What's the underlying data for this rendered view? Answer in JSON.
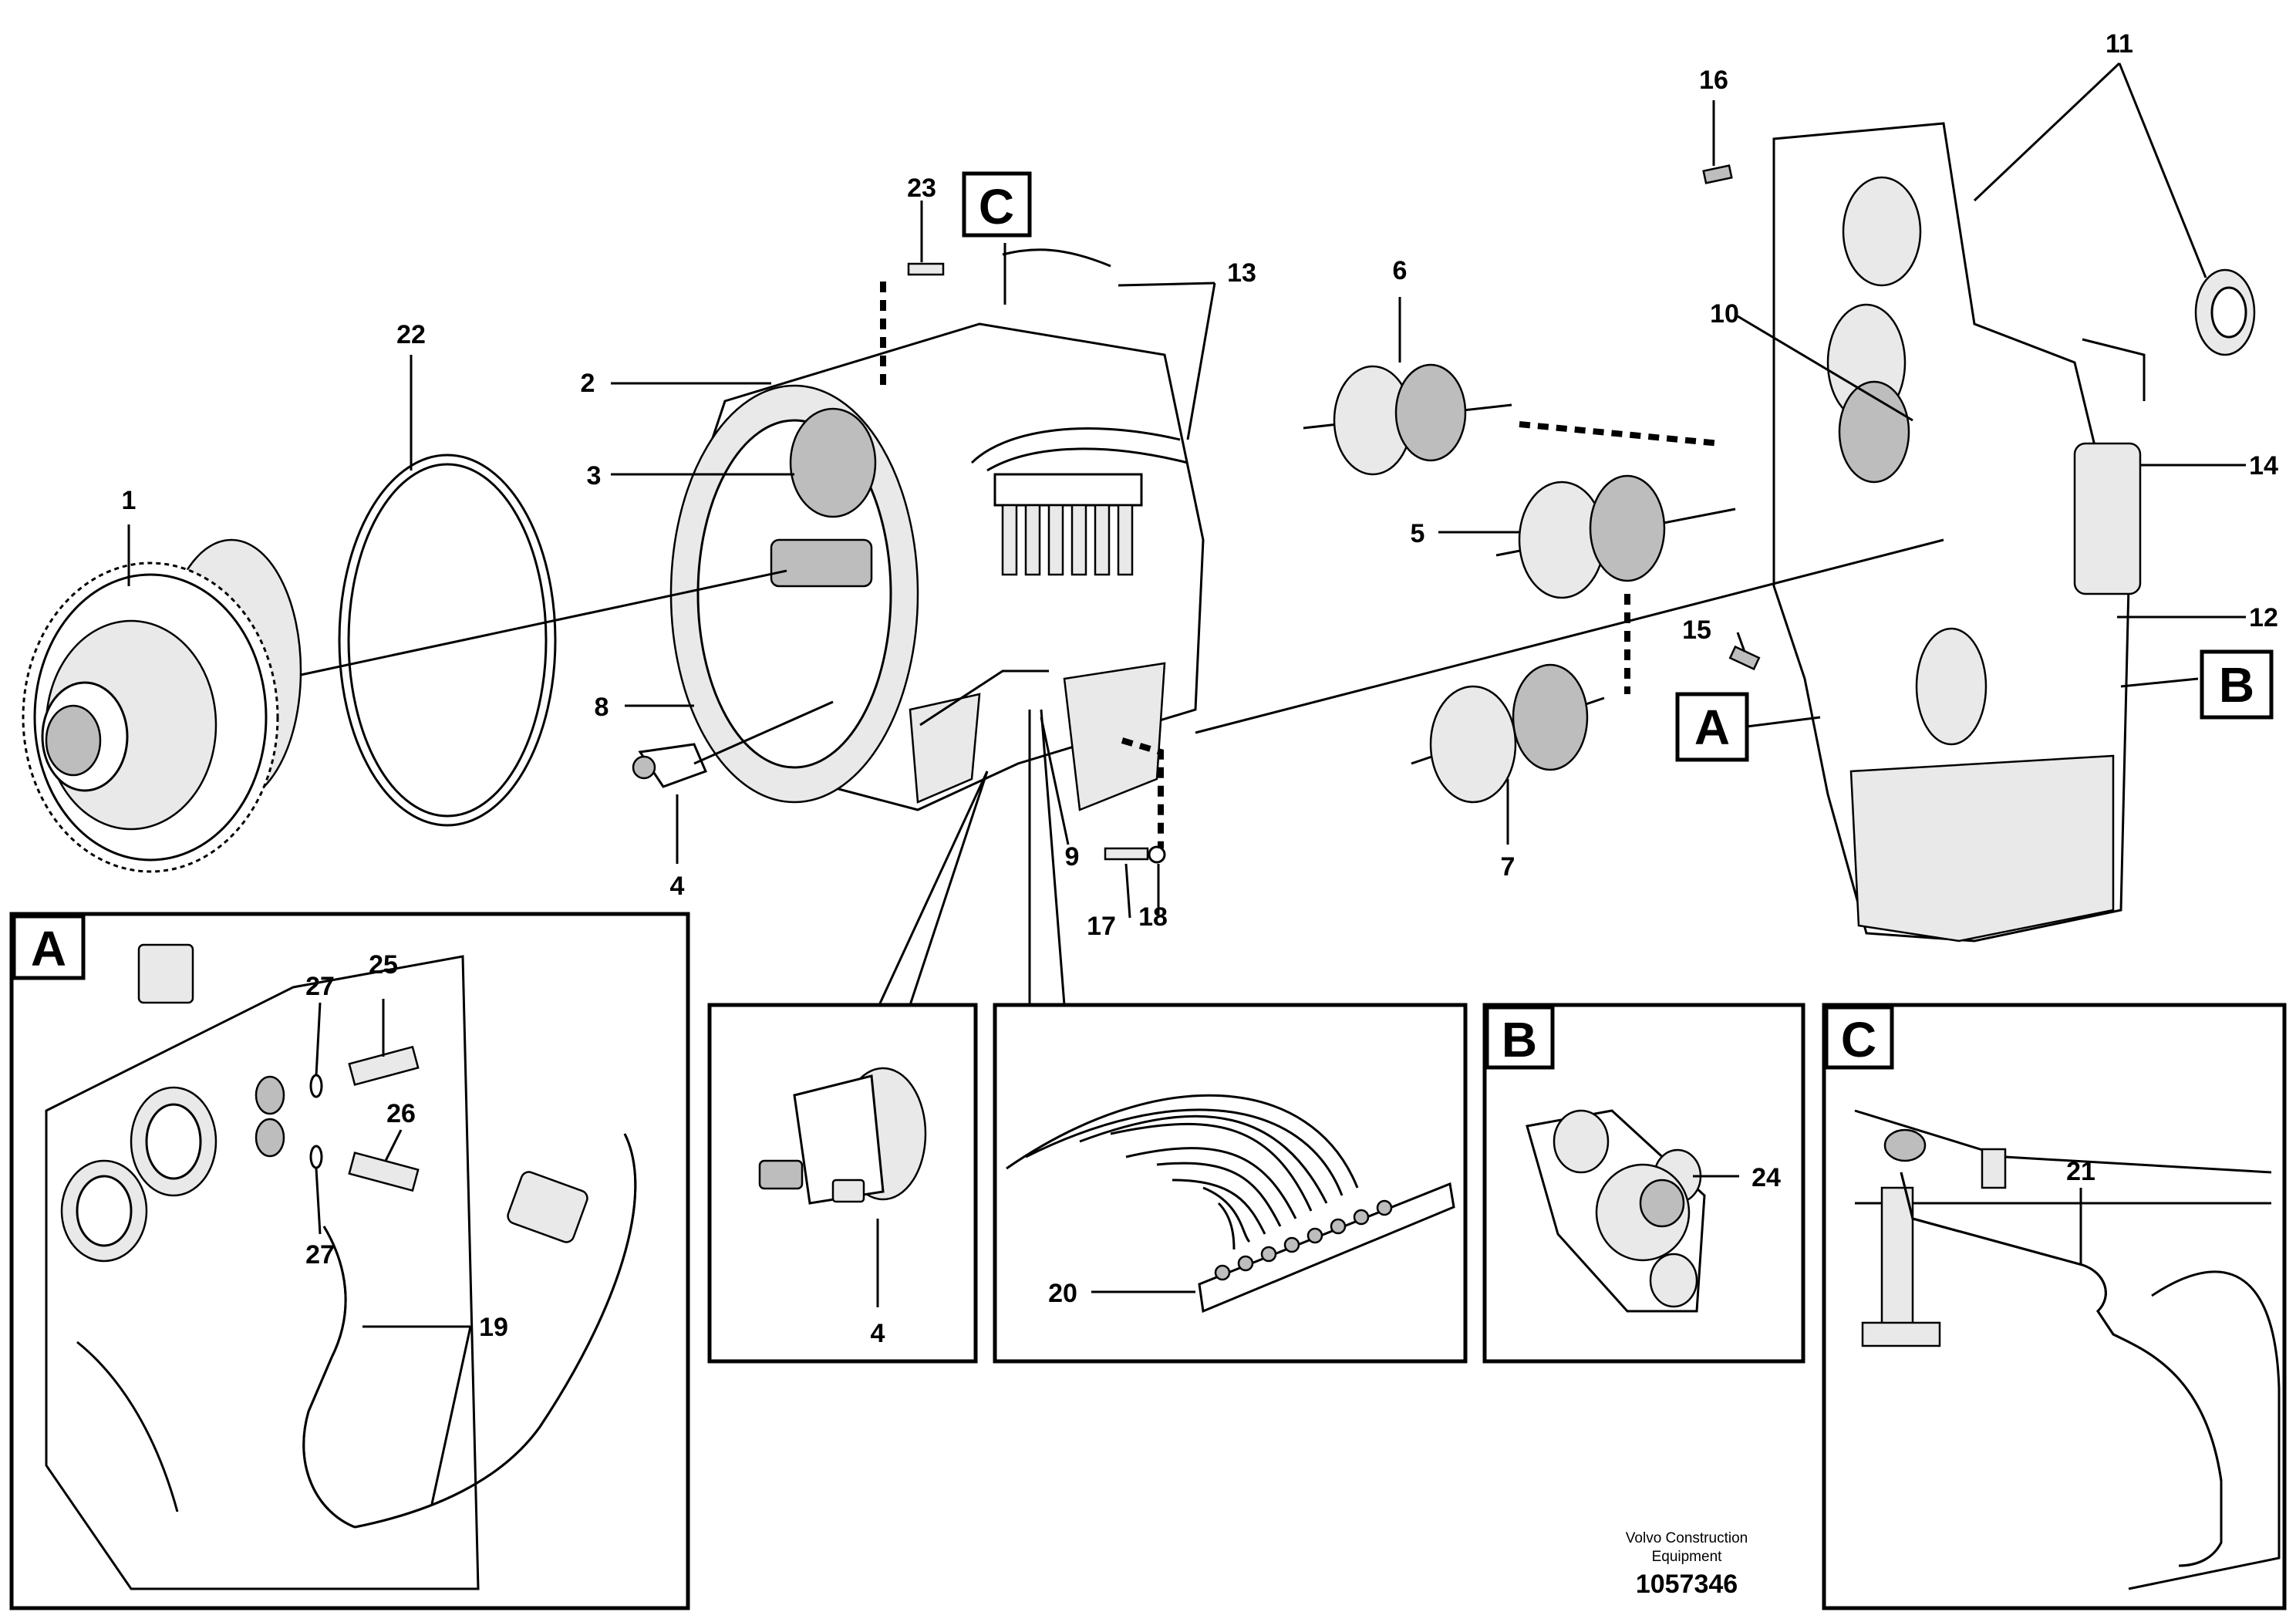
{
  "callouts": {
    "c1": "1",
    "c2": "2",
    "c3": "3",
    "c4": "4",
    "c5": "5",
    "c6": "6",
    "c7": "7",
    "c8": "8",
    "c9": "9",
    "c10": "10",
    "c11": "11",
    "c12": "12",
    "c13": "13",
    "c14": "14",
    "c15": "15",
    "c16": "16",
    "c17": "17",
    "c18": "18",
    "c19": "19",
    "c20": "20",
    "c21": "21",
    "c22": "22",
    "c23": "23",
    "c24": "24",
    "c25": "25",
    "c26": "26",
    "c27": "27"
  },
  "view_labels": {
    "a": "A",
    "b": "B",
    "c": "C"
  },
  "footer": {
    "brand_line1": "Volvo Construction",
    "brand_line2": "Equipment",
    "doc_number": "1057346"
  }
}
